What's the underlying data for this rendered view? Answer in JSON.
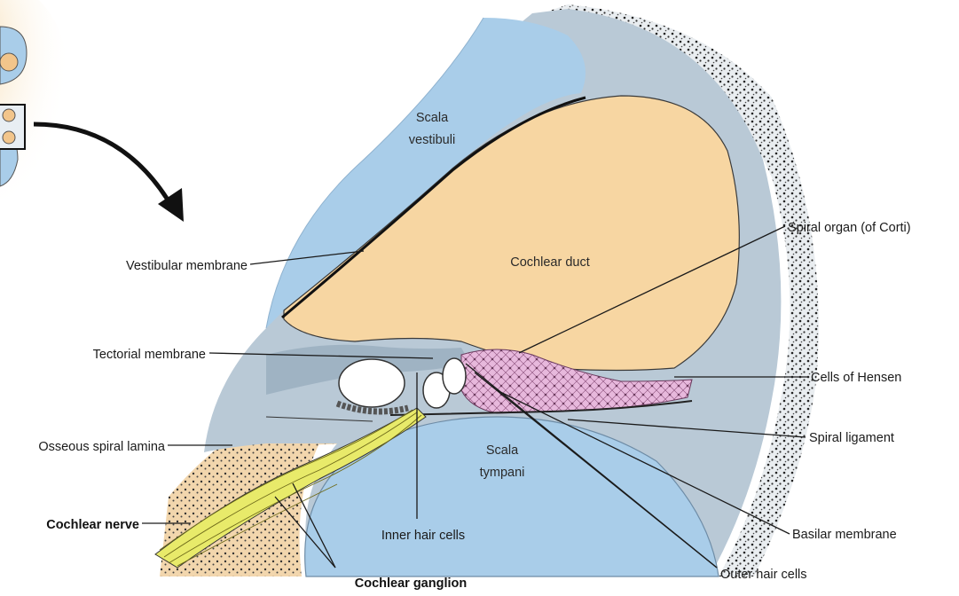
{
  "labels": {
    "scala_vestibuli": [
      "Scala",
      "vestibuli"
    ],
    "cochlear_duct": "Cochlear duct",
    "scala_tympani": [
      "Scala",
      "tympani"
    ],
    "vestibular_membrane": "Vestibular membrane",
    "tectorial_membrane": "Tectorial membrane",
    "osseous_spiral_lamina": "Osseous spiral lamina",
    "cochlear_nerve": "Cochlear nerve",
    "cochlear_ganglion": "Cochlear ganglion",
    "inner_hair_cells": "Inner hair cells",
    "spiral_organ": "Spiral organ (of Corti)",
    "cells_of_hensen": "Cells of Hensen",
    "spiral_ligament": "Spiral ligament",
    "basilar_membrane": "Basilar membrane",
    "outer_hair_cells": "Outer hair cells"
  },
  "colors": {
    "bone_gray": "#b9c9d6",
    "fluid_blue": "#a9cde9",
    "duct_tan": "#f7d6a2",
    "organ_pink": "#e7b8dc",
    "nerve_yellow": "#e8ea6a",
    "bone_stipple": "#222222",
    "peach_background": "#f6dcb0"
  }
}
